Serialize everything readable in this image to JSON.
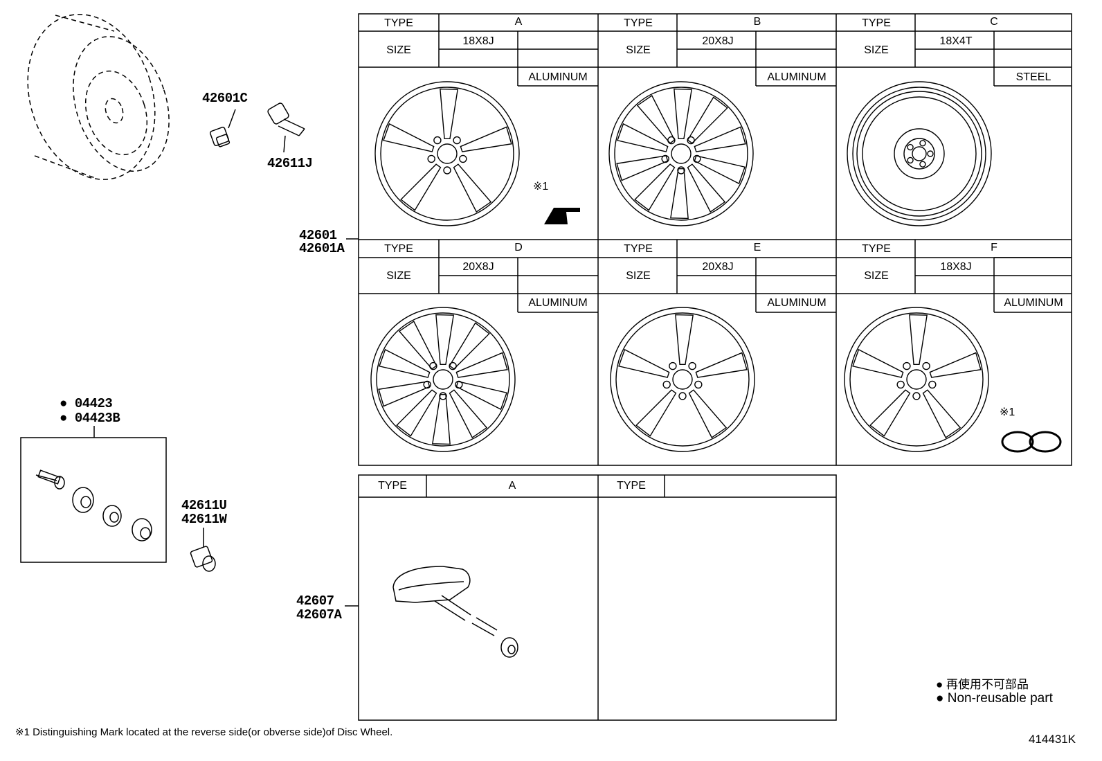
{
  "part_labels": {
    "c42601C": "42601C",
    "c42611J": "42611J",
    "c42601": "42601",
    "c42601A": "42601A",
    "c04423": "04423",
    "c04423B": "04423B",
    "c42611U": "42611U",
    "c42611W": "42611W",
    "c42607": "42607",
    "c42607A": "42607A"
  },
  "table_header": {
    "type": "TYPE",
    "size": "SIZE"
  },
  "wheels": [
    {
      "type": "A",
      "size": "18X8J",
      "material": "ALUMINUM",
      "mark": "※1"
    },
    {
      "type": "B",
      "size": "20X8J",
      "material": "ALUMINUM",
      "mark": ""
    },
    {
      "type": "C",
      "size": "18X4T",
      "material": "STEEL",
      "mark": ""
    },
    {
      "type": "D",
      "size": "20X8J",
      "material": "ALUMINUM",
      "mark": ""
    },
    {
      "type": "E",
      "size": "20X8J",
      "material": "ALUMINUM",
      "mark": ""
    },
    {
      "type": "F",
      "size": "18X8J",
      "material": "ALUMINUM",
      "mark": "※1"
    }
  ],
  "sensor_table": [
    {
      "type_label": "TYPE",
      "type": "A"
    },
    {
      "type_label": "TYPE",
      "type": ""
    }
  ],
  "legend": {
    "line1": "再使用不可部品",
    "line2": "Non-reusable part",
    "bullet": "●"
  },
  "footnote": "※1 Distinguishing Mark located at the reverse side(or obverse side)of Disc Wheel.",
  "diagram_id": "414431K"
}
